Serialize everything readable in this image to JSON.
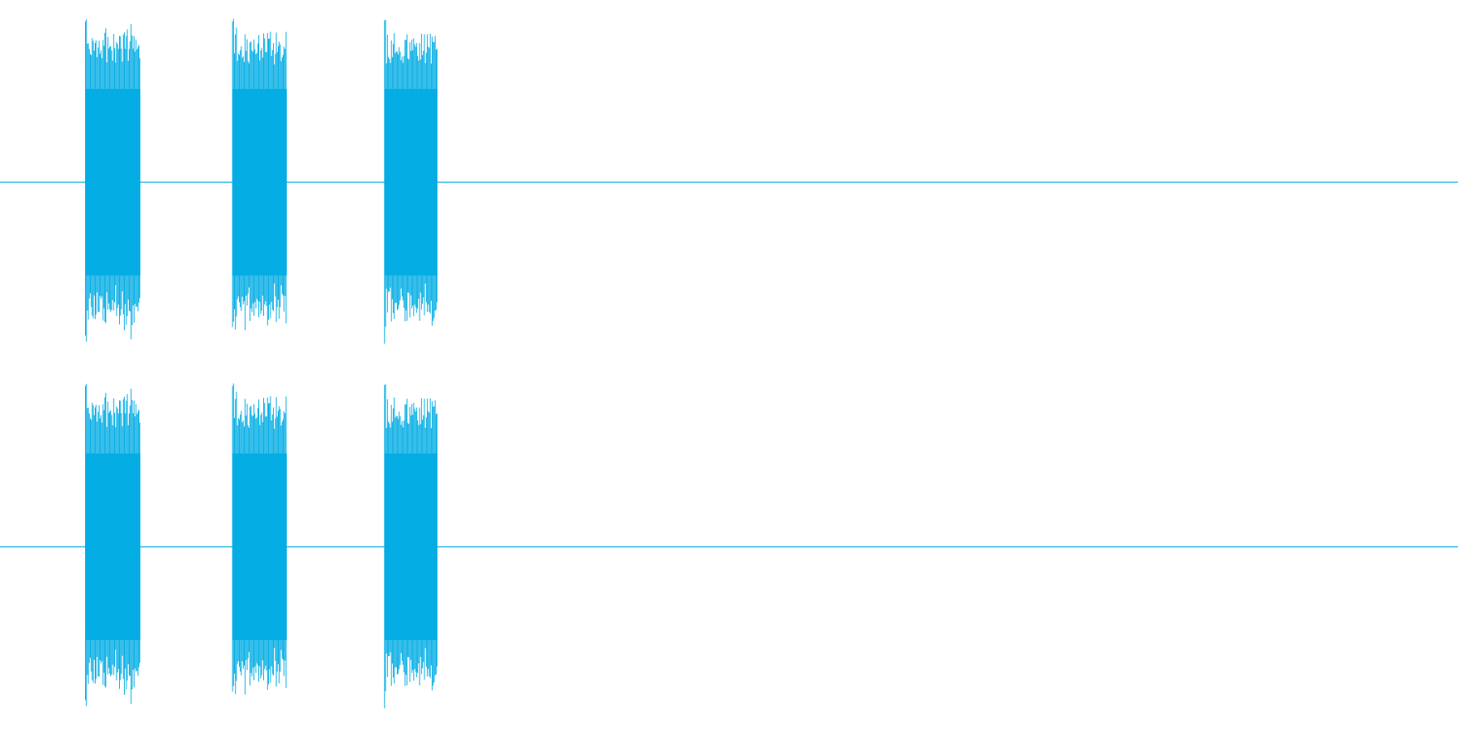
{
  "waveform": {
    "color": "#05ADE4",
    "channels": [
      {
        "bursts": [
          {
            "start": 0.0586,
            "end": 0.0962
          },
          {
            "start": 0.1595,
            "end": 0.1967
          },
          {
            "start": 0.2638,
            "end": 0.3
          }
        ]
      },
      {
        "bursts": [
          {
            "start": 0.0586,
            "end": 0.0962
          },
          {
            "start": 0.1595,
            "end": 0.1967
          },
          {
            "start": 0.2638,
            "end": 0.3
          }
        ]
      }
    ]
  }
}
